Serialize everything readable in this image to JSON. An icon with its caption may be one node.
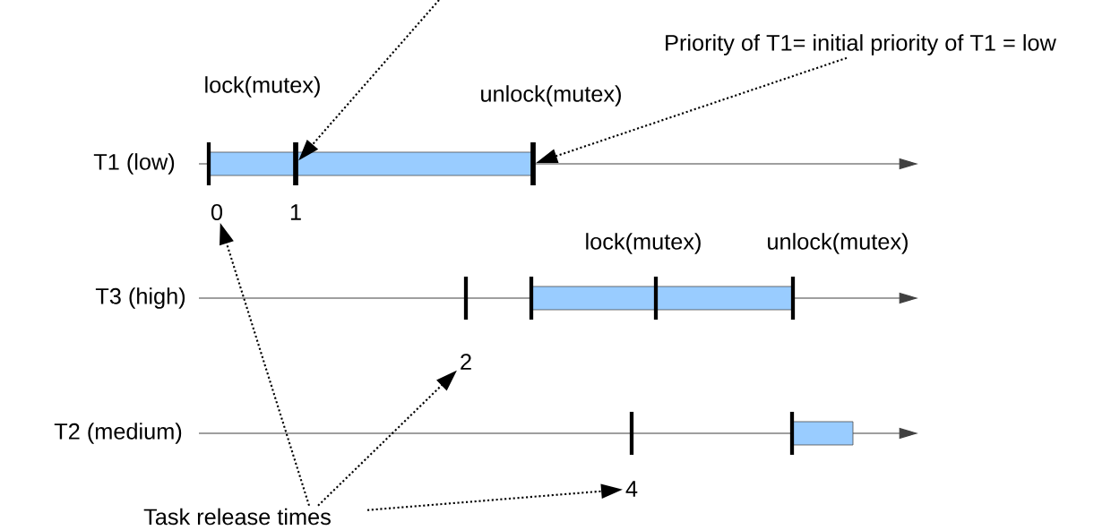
{
  "diagram": {
    "nodes": [
      {
        "text": [
          "Priority of T1= initial priority of T1 = low"
        ]
      },
      {
        "text": [
          "Task release times"
        ]
      },
      {
        "text": [
          "0"
        ]
      },
      {
        "text": [
          "2"
        ]
      },
      {
        "text": [
          "4"
        ]
      },
      {
        "text": [],
        "shape": "bar",
        "beside": [
          "1"
        ]
      },
      {
        "text": [],
        "shape": "bar"
      }
    ],
    "edges": [
      {
        "from": null,
        "to": 5,
        "arrow": "to"
      },
      {
        "from": 0,
        "to": 6,
        "arrow": "to"
      },
      {
        "from": 1,
        "to": 2,
        "arrow": "to"
      },
      {
        "from": 1,
        "to": 3,
        "arrow": "to"
      },
      {
        "from": 1,
        "to": 4,
        "arrow": "to"
      }
    ],
    "labels": [
      "lock(mutex)",
      "unlock(mutex)",
      "T1 (low)",
      "lock(mutex)",
      "unlock(mutex)",
      "T3 (high)",
      "T2 (medium)"
    ]
  }
}
